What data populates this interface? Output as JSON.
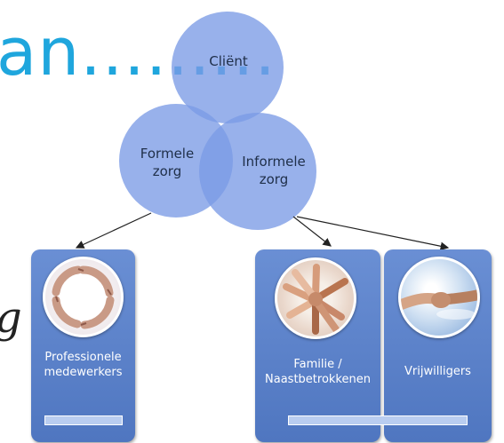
{
  "heading_fragment": "an.........",
  "side_fragment": "g",
  "venn": {
    "top": "Cliënt",
    "left": [
      "Formele",
      "zorg"
    ],
    "right": [
      "Informele",
      "zorg"
    ]
  },
  "cards": [
    {
      "label": [
        "Professionele",
        "medewerkers"
      ],
      "icon": "hands-circle-photo-icon"
    },
    {
      "label": [
        "Familie /",
        "Naastbetrokkenen"
      ],
      "icon": "stacked-hands-photo-icon"
    },
    {
      "label": [
        "Vrijwilligers"
      ],
      "icon": "holding-hands-photo-icon"
    }
  ],
  "colors": {
    "heading": "#1fa6dd",
    "venn_fill": "#7b9be6",
    "card": "#5d84cc",
    "card_text": "#ffffff"
  }
}
